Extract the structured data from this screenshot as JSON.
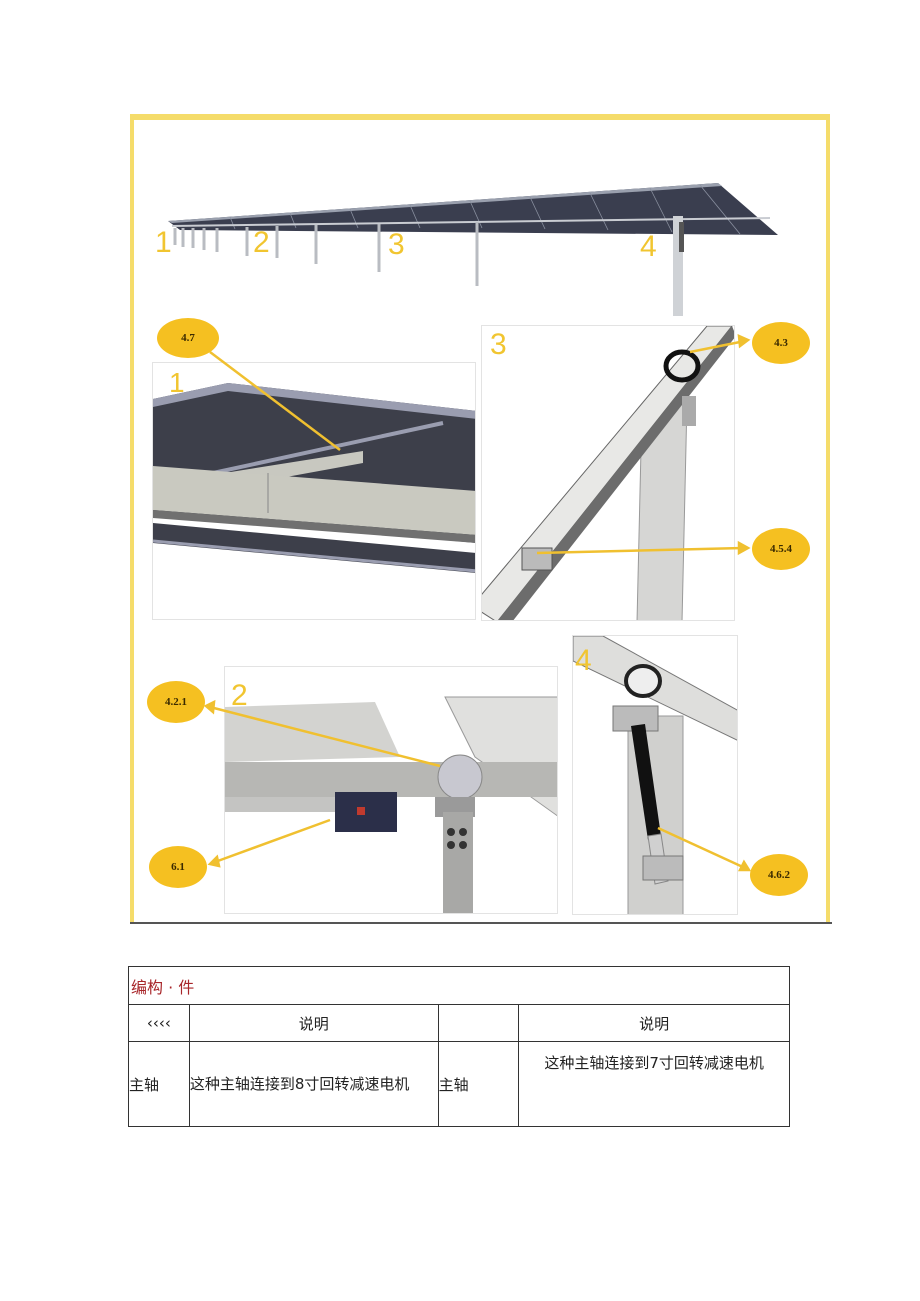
{
  "figure": {
    "overview": {
      "section_numbers": [
        "1",
        "2",
        "3",
        "4"
      ]
    },
    "panels": [
      {
        "id": "panel-1",
        "number": "1",
        "callouts": [
          "4.7"
        ]
      },
      {
        "id": "panel-3",
        "number": "3",
        "callouts": [
          "4.3",
          "4.5.4"
        ]
      },
      {
        "id": "panel-2",
        "number": "2",
        "callouts": [
          "4.2.1",
          "6.1"
        ]
      },
      {
        "id": "panel-4",
        "number": "4",
        "callouts": [
          "4.6.2"
        ]
      }
    ],
    "colors": {
      "frame": "#f5dc6a",
      "callout_bubble": "#f5c021",
      "callout_line": "#f0c030",
      "section_number": "#f1c530",
      "panel_dark": "#3d3f4a"
    }
  },
  "table": {
    "caption": "编构 · 件",
    "header": [
      "‹‹‹‹",
      "说明",
      "",
      "说明"
    ],
    "rows": [
      [
        "主轴",
        "这种主轴连接到8寸回转减速电机",
        "主轴",
        "这种主轴连接到7寸回转减速电机"
      ]
    ],
    "caption_color": "#a8262a"
  }
}
